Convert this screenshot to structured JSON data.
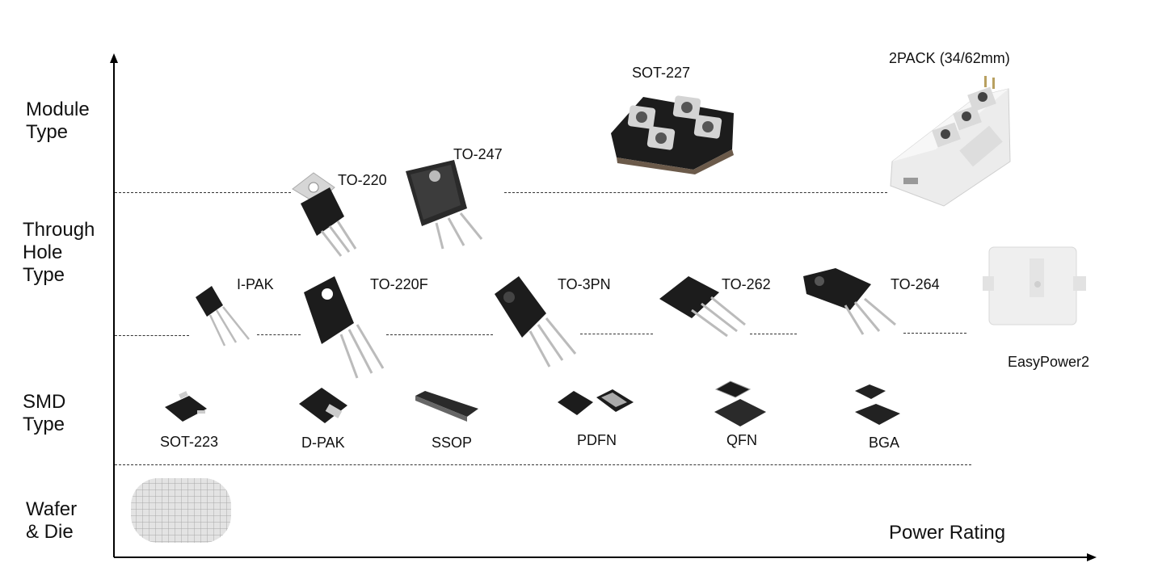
{
  "diagram": {
    "categories": {
      "module": "Module\nType",
      "through_hole": "Through\nHole\nType",
      "smd": "SMD\nType",
      "wafer": "Wafer\n& Die"
    },
    "x_axis_label": "Power Rating",
    "packages": {
      "sot227": "SOT-227",
      "pack2": "2PACK (34/62mm)",
      "to220": "TO-220",
      "to247": "TO-247",
      "ipak": "I-PAK",
      "to220f": "TO-220F",
      "to3pn": "TO-3PN",
      "to262": "TO-262",
      "to264": "TO-264",
      "easypower2": "EasyPower2",
      "sot223": "SOT-223",
      "dpak": "D-PAK",
      "ssop": "SSOP",
      "pdfn": "PDFN",
      "qfn": "QFN",
      "bga": "BGA"
    },
    "colors": {
      "axis": "#000000",
      "package_body": "#1c1c1c",
      "metal_tab": "#c8c8c8",
      "module_white": "#ececec"
    }
  }
}
